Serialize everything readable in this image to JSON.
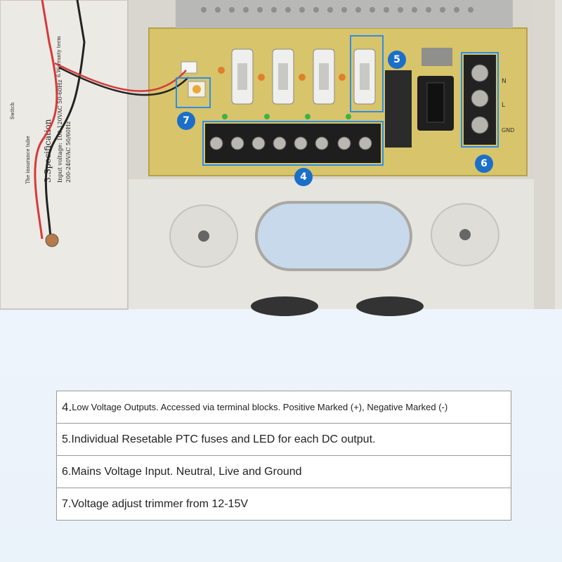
{
  "photo": {
    "callouts": [
      {
        "id": "4",
        "label": "4"
      },
      {
        "id": "5",
        "label": "5"
      },
      {
        "id": "6",
        "label": "6"
      },
      {
        "id": "7",
        "label": "7"
      }
    ],
    "terminal_labels": {
      "n": "N",
      "l": "L",
      "gnd": "GND"
    },
    "door_text": {
      "spec_heading": "3.Specification",
      "input_line1": "Input voltage: 100-120VAC 50-60Hz",
      "input_line2": "200-240VAC 50/60Hz",
      "insurance": "The insurance tube",
      "switch": "Switch",
      "warranty": "6.Warranty term"
    }
  },
  "specs": [
    {
      "num": "4.",
      "text": "Low Voltage Outputs. Accessed via terminal blocks. Positive Marked (+), Negative Marked (-)"
    },
    {
      "num": "5.",
      "text": "Individual Resetable PTC fuses and LED for each DC output."
    },
    {
      "num": "6.",
      "text": " Mains Voltage Input. Neutral, Live and Ground"
    },
    {
      "num": "7.",
      "text": "Voltage adjust trimmer from 12-15V"
    }
  ]
}
